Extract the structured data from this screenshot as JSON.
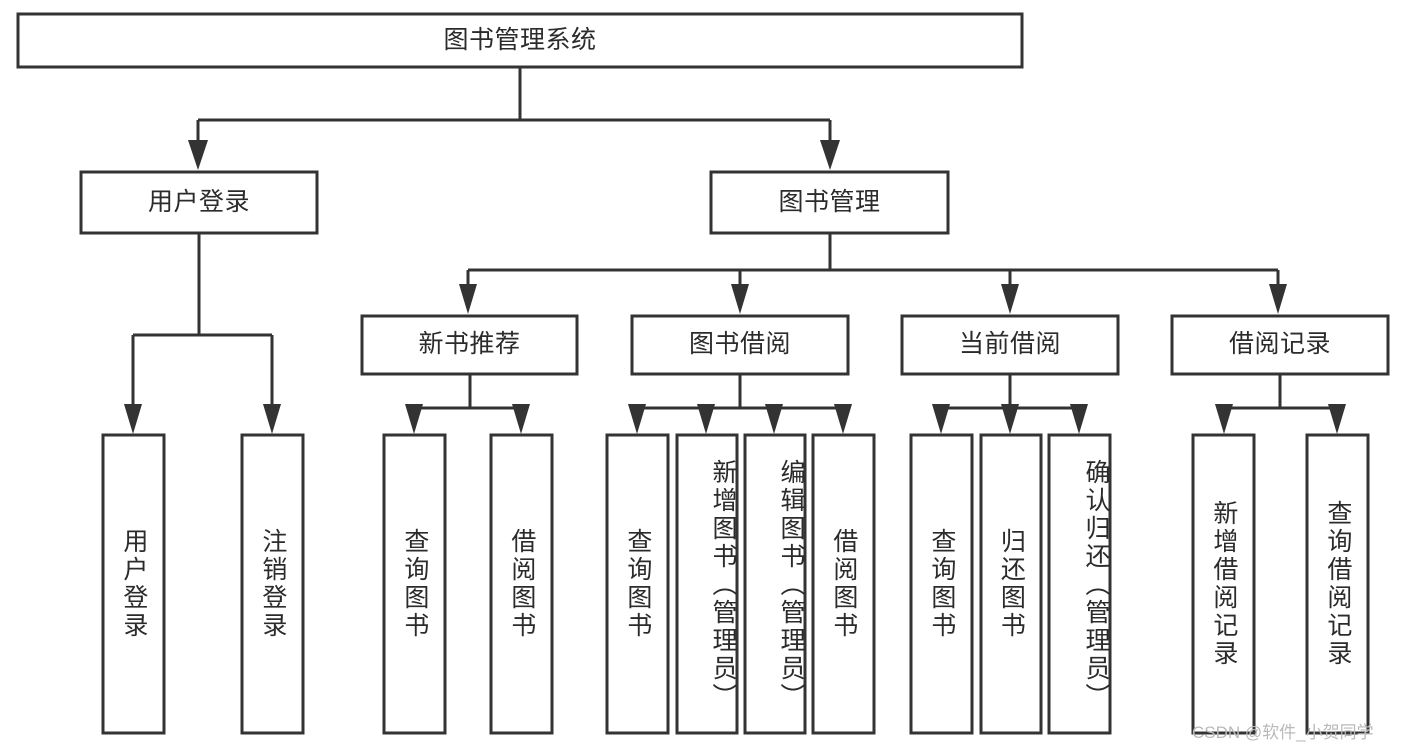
{
  "diagram": {
    "type": "tree-hierarchy-chart",
    "title": "图书管理系统",
    "watermark": "CSDN @软件_小贺同学",
    "colors": {
      "stroke": "#333333",
      "fill": "#ffffff",
      "text": "#2b2b2b",
      "watermark": "#b9b9b9",
      "background": "#ffffff"
    },
    "levels": {
      "root": {
        "label": "图书管理系统"
      },
      "level2": [
        {
          "label": "用户登录"
        },
        {
          "label": "图书管理"
        }
      ],
      "level3": [
        {
          "label": "新书推荐"
        },
        {
          "label": "图书借阅"
        },
        {
          "label": "当前借阅"
        },
        {
          "label": "借阅记录"
        }
      ],
      "leaves": [
        {
          "label": "用户登录",
          "parent": "用户登录"
        },
        {
          "label": "注销登录",
          "parent": "用户登录"
        },
        {
          "label": "查询图书",
          "parent": "新书推荐"
        },
        {
          "label": "借阅图书",
          "parent": "新书推荐"
        },
        {
          "label": "查询图书",
          "parent": "图书借阅"
        },
        {
          "label": "新增图书（管理员）",
          "parent": "图书借阅"
        },
        {
          "label": "编辑图书（管理员）",
          "parent": "图书借阅"
        },
        {
          "label": "借阅图书",
          "parent": "图书借阅"
        },
        {
          "label": "查询图书",
          "parent": "当前借阅"
        },
        {
          "label": "归还图书",
          "parent": "当前借阅"
        },
        {
          "label": "确认归还（管理员）",
          "parent": "当前借阅"
        },
        {
          "label": "新增借阅记录",
          "parent": "借阅记录"
        },
        {
          "label": "查询借阅记录",
          "parent": "借阅记录"
        }
      ]
    }
  }
}
